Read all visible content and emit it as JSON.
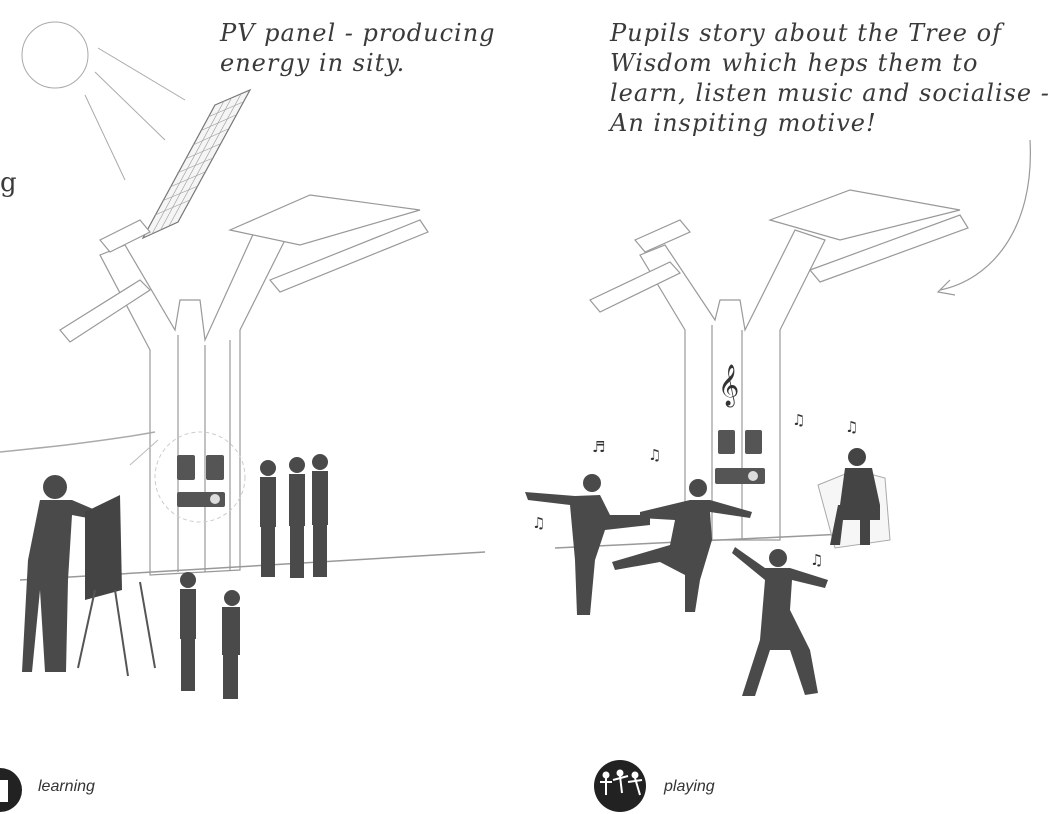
{
  "annotations": {
    "pv_panel": "PV panel - producing\nenergy in sity.",
    "story": "Pupils story about the Tree of\nWisdom which heps them to\nlearn, listen music and socialise -\nAn inspiting motive!",
    "left_fragment": "g"
  },
  "captions": {
    "learning": "learning",
    "playing": "playing"
  },
  "icons": {
    "sun": "sun-icon",
    "pv_panel": "solar-panel-icon",
    "treble_clef": "treble-clef-icon",
    "music_note": "music-note-icon",
    "learning_badge": "learning-badge-icon",
    "playing_badge": "playing-badge-icon"
  },
  "colors": {
    "silhouette": "#4a4a4a",
    "line": "#9a9a9a",
    "badge": "#222222"
  }
}
